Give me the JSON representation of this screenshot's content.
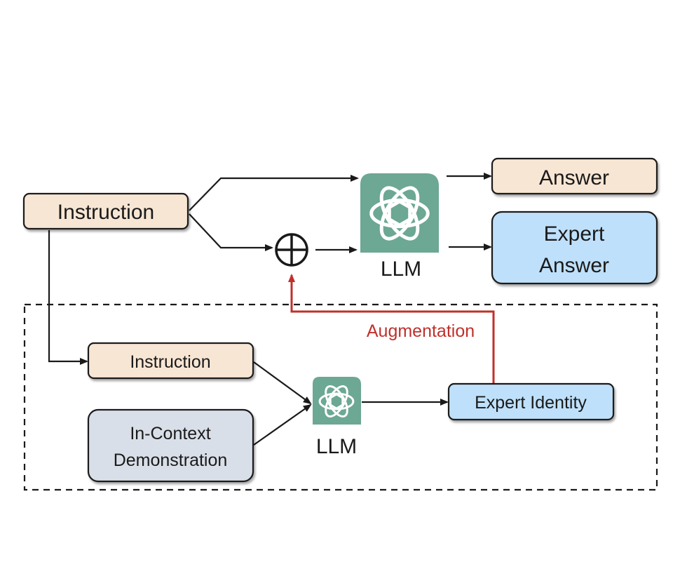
{
  "colors": {
    "peach": "#f8e6d4",
    "light_blue": "#bfe0fa",
    "grey_blue": "#d9dfe8",
    "llm_green": "#6ca893",
    "augmentation_red": "#c0302b",
    "line_black": "#1a1a1a"
  },
  "top": {
    "instruction": "Instruction",
    "answer": "Answer",
    "expert_answer_line1": "Expert",
    "expert_answer_line2": "Answer",
    "llm_label": "LLM",
    "llm_icon": "openai-logo-icon",
    "combine_icon": "circled-plus-icon"
  },
  "bottom": {
    "instruction": "Instruction",
    "demo_line1": "In-Context",
    "demo_line2": "Demonstration",
    "llm_label": "LLM",
    "llm_icon": "openai-logo-icon",
    "expert_identity": "Expert Identity",
    "augmentation": "Augmentation"
  }
}
